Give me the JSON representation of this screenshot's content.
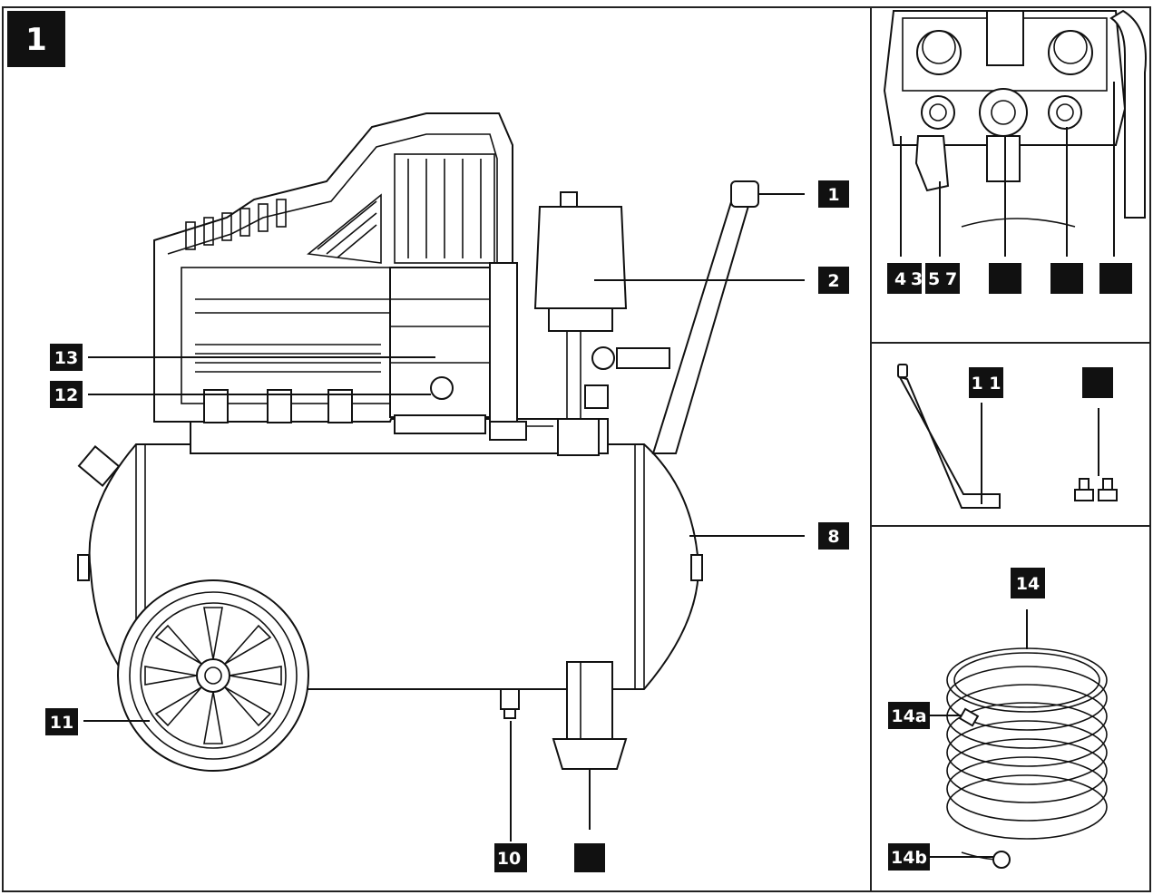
{
  "figure": {
    "number": "1"
  },
  "main_labels": {
    "l1": "1",
    "l2": "2",
    "l8": "8",
    "l10": "10",
    "l11": "11",
    "l12": "12",
    "l13": "13"
  },
  "detail_top": {
    "l4": "4",
    "l3": "3",
    "l5": "5",
    "l7": "7"
  },
  "detail_mid": {
    "l11": "1 1"
  },
  "detail_bottom": {
    "l14": "14",
    "l14a": "14a",
    "l14b": "14b"
  }
}
